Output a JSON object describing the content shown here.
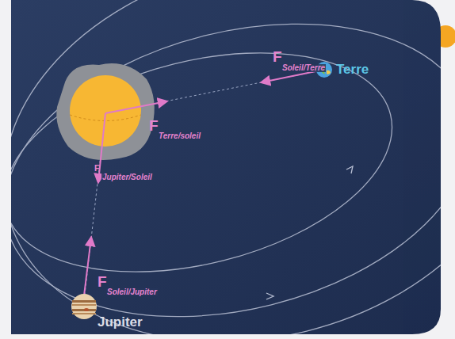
{
  "diagram": {
    "nodes": [
      {
        "text": [
          "Terre"
        ]
      },
      {
        "text": [
          "Jupiter"
        ]
      }
    ],
    "labels": [
      "F",
      "Soleil/Terre",
      "F",
      "Terre/soleil",
      "F",
      "Jupiter/Soleil",
      "F",
      "Soleil/Jupiter"
    ]
  }
}
